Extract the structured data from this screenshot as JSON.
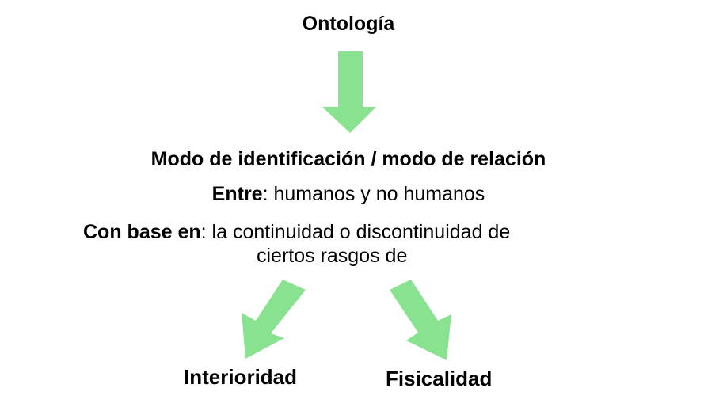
{
  "diagram": {
    "title": "Ontología",
    "heading": "Modo de identificación / modo de relación",
    "between": {
      "label": "Entre",
      "text": ": humanos y no humanos"
    },
    "basis": {
      "label": "Con base en",
      "text_line1": ": la continuidad o discontinuidad de",
      "text_line2": "ciertos rasgos de"
    },
    "branches": [
      {
        "label": "Interioridad"
      },
      {
        "label": "Fisicalidad"
      }
    ],
    "arrow_color": "#88e28f"
  }
}
